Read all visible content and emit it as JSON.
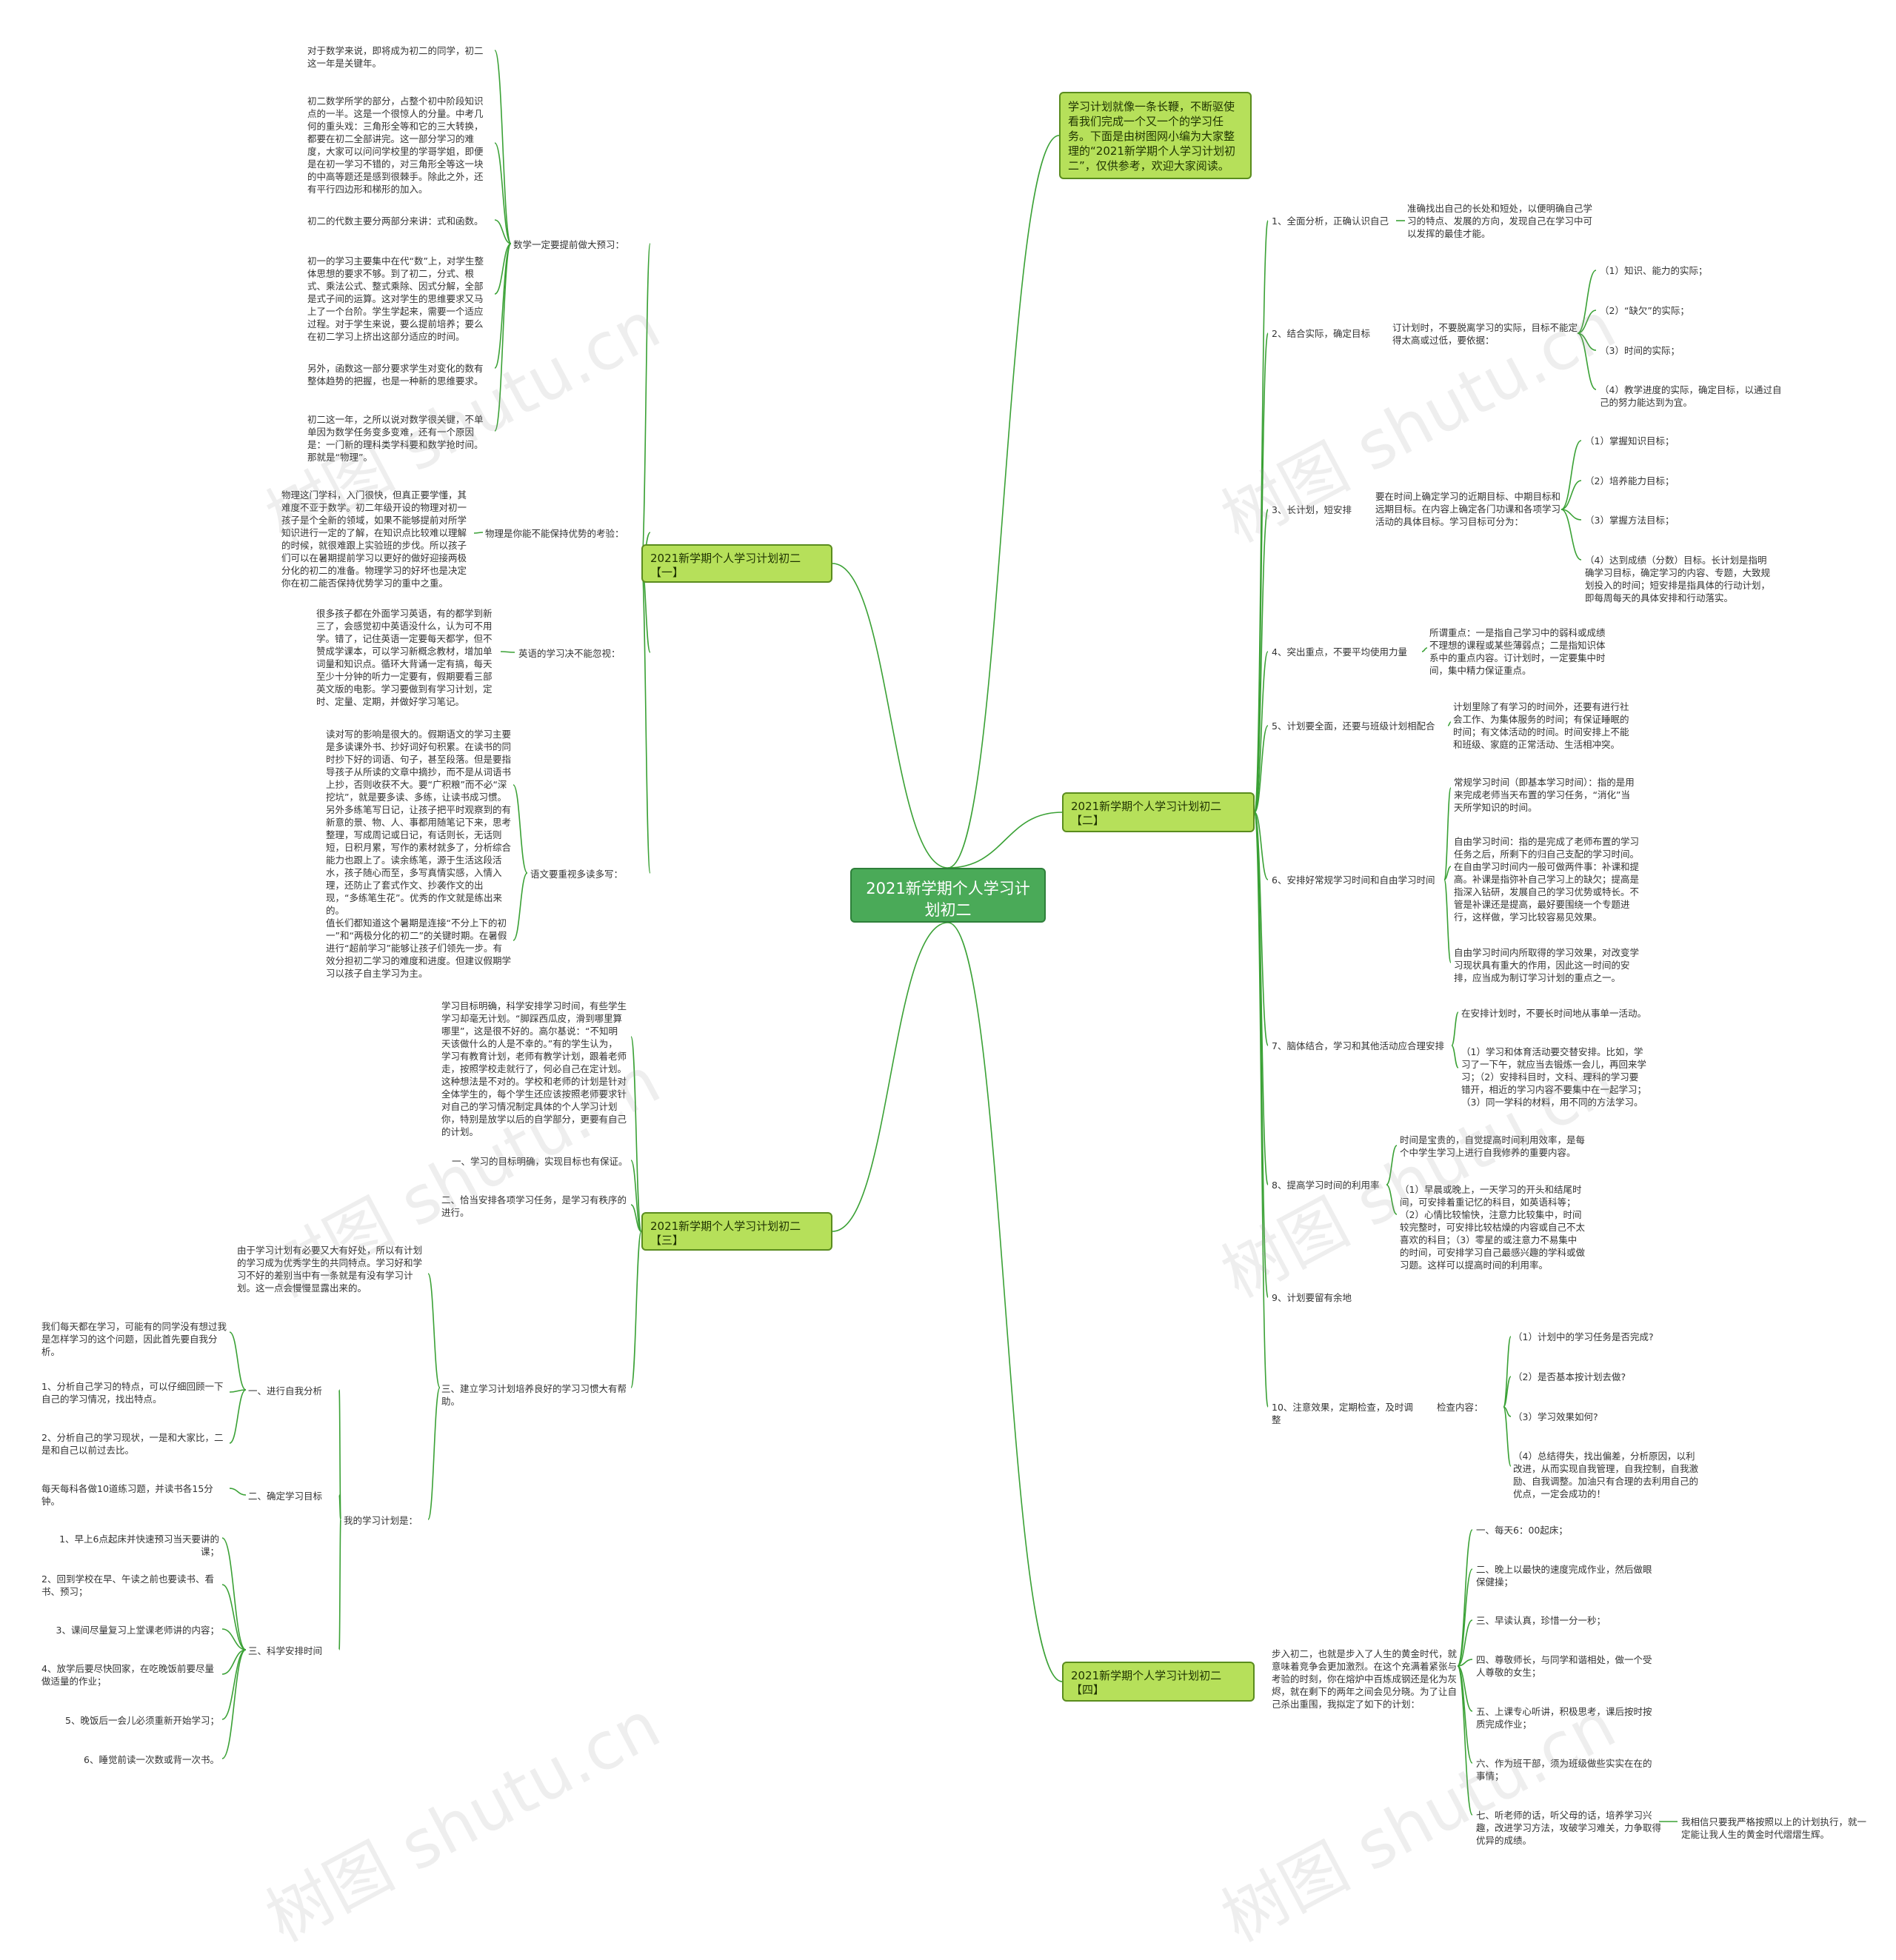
{
  "root": "2021新学期个人学习计划初二",
  "intro": "学习计划就像一条长鞭，不断驱使看我们完成一个又一个的学习任务。下面是由树图网小编为大家整理的“2021新学期个人学习计划初二”，仅供参考，欢迎大家阅读。",
  "branches": {
    "b1": "2021新学期个人学习计划初二【一】",
    "b2": "2021新学期个人学习计划初二【二】",
    "b3": "2021新学期个人学习计划初二【三】",
    "b4": "2021新学期个人学习计划初二【四】"
  },
  "b1": {
    "math_label": "数学一定要提前做大预习：",
    "math_items": [
      "对于数学来说，即将成为初二的同学，初二这一年是关键年。",
      "初二数学所学的部分，占整个初中阶段知识点的一半。这是一个很惊人的分量。中考几何的重头戏：三角形全等和它的三大转换，都要在初二全部讲完。这一部分学习的难度，大家可以问问学校里的学哥学姐，即便是在初一学习不错的，对三角形全等这一块的中高等题还是感到很棘手。除此之外，还有平行四边形和梯形的加入。",
      "初二的代数主要分两部分来讲：式和函数。",
      "初一的学习主要集中在代“数”上，对学生整体思想的要求不够。到了初二，分式、根式、乘法公式、整式乘除、因式分解，全部是式子间的运算。这对学生的思维要求又马上了一个台阶。学生学起来，需要一个适应过程。对于学生来说，要么提前培养；要么在初二学习上挤出这部分适应的时间。",
      "另外，函数这一部分要求学生对变化的数有整体趋势的把握，也是一种新的思维要求。",
      "初二这一年，之所以说对数学很关键，不单单因为数学任务变多变难，还有一个原因是：一门新的理科类学科要和数学抢时间。那就是“物理”。"
    ],
    "physics_label": "物理是你能不能保持优势的考验：",
    "physics_text": "物理这门学科，入门很快，但真正要学懂，其难度不亚于数学。初二年级开设的物理对初一孩子是个全新的领域，如果不能够提前对所学知识进行一定的了解，在知识点比较难以理解的时候，就很难跟上实验班的步伐。所以孩子们可以在暑期提前学习以更好的做好迎接两极分化的初二的准备。物理学习的好坏也是决定你在初二能否保持优势学习的重中之重。",
    "english_label": "英语的学习决不能忽视：",
    "english_text": "很多孩子都在外面学习英语，有的都学到新三了，会感觉初中英语没什么，认为可不用学。错了，记住英语一定要每天都学，但不赞成学课本，可以学习新概念教材，增加单词量和知识点。循环大背诵一定有搞，每天至少十分钟的听力一定要有，假期要看三部英文版的电影。学习要做到有学习计划，定时、定量、定期，并做好学习笔记。",
    "chinese_label": "语文要重视多读多写：",
    "chinese_items": [
      "读对写的影响是很大的。假期语文的学习主要是多读课外书、抄好词好句积累。在读书的同时抄下好的词语、句子，甚至段落。但是要指导孩子从所读的文章中摘抄，而不是从词语书上抄，否则收获不大。要“广积粮”而不必“深挖坑”，就是要多读、多练，让读书成习惯。另外多练笔写日记，让孩子把平时观察到的有新意的景、物、人、事都用随笔记下来，思考整理，写成周记或日记，有话则长，无话则短，日积月累，写作的素材就多了，分析综合能力也跟上了。读余练笔，源于生活这段活水，孩子随心而至，多写真情实感，入情入理，还防止了套式作文、抄袭作文的出现，“多练笔生花”。优秀的作文就是练出来的。",
      "值长们都知道这个暑期是连接“不分上下的初一”和“两极分化的初二”的关键时期。在暑假进行“超前学习”能够让孩子们领先一步。有效分担初二学习的难度和进度。但建议假期学习以孩子自主学习为主。"
    ]
  },
  "b2": {
    "items": [
      {
        "label": "1、全面分析，正确认识自己",
        "text": "准确找出自己的长处和短处，以便明确自己学习的特点、发展的方向，发现自己在学习中可以发挥的最佳才能。"
      },
      {
        "label": "2、结合实际，确定目标",
        "text": "订计划时，不要脱离学习的实际，目标不能定得太高或过低，要依据：",
        "subs": [
          "（1）知识、能力的实际；",
          "（2）“缺欠”的实际；",
          "（3）时间的实际；",
          "（4）教学进度的实际，确定目标，以通过自己的努力能达到为宜。"
        ]
      },
      {
        "label": "3、长计划，短安排",
        "text": "要在时间上确定学习的近期目标、中期目标和远期目标。在内容上确定各门功课和各项学习活动的具体目标。学习目标可分为：",
        "subs": [
          "（1）掌握知识目标；",
          "（2）培养能力目标；",
          "（3）掌握方法目标；",
          "（4）达到成绩（分数）目标。长计划是指明确学习目标，确定学习的内容、专题，大致规划投入的时间；短安排是指具体的行动计划，即每周每天的具体安排和行动落实。"
        ]
      },
      {
        "label": "4、突出重点，不要平均使用力量",
        "text": "所谓重点：一是指自己学习中的弱科或成绩不理想的课程或某些薄弱点；二是指知识体系中的重点内容。订计划时，一定要集中时间，集中精力保证重点。"
      },
      {
        "label": "5、计划要全面，还要与班级计划相配合",
        "text": "计划里除了有学习的时间外，还要有进行社会工作、为集体服务的时间；有保证睡眠的时间；有文体活动的时间。时间安排上不能和班级、家庭的正常活动、生活相冲突。"
      },
      {
        "label": "6、安排好常规学习时间和自由学习时间",
        "subs": [
          "常规学习时间（即基本学习时间）：指的是用来完成老师当天布置的学习任务，“消化”当天所学知识的时间。",
          "自由学习时间：指的是完成了老师布置的学习任务之后，所剩下的归自己支配的学习时间。在自由学习时间内一般可做两件事：补课和提高。补课是指弥补自己学习上的缺欠；提高是指深入钻研，发展自己的学习优势或特长。不管是补课还是提高，最好要围绕一个专题进行，这样做，学习比较容易见效果。",
          "自由学习时间内所取得的学习效果，对改变学习现状具有重大的作用，因此这一时间的安排，应当成为制订学习计划的重点之一。"
        ]
      },
      {
        "label": "7、脑体结合，学习和其他活动应合理安排",
        "subs": [
          "在安排计划时，不要长时间地从事单一活动。",
          "（1）学习和体育活动要交替安排。比如，学习了一下午，就应当去锻炼一会儿，再回来学习；（2）安排科目时，文科、理科的学习要错开，相近的学习内容不要集中在一起学习；（3）同一学科的材料，用不同的方法学习。"
        ]
      },
      {
        "label": "8、提高学习时间的利用率",
        "subs": [
          "时间是宝贵的，自觉提高时间利用效率，是每个中学生学习上进行自我修养的重要内容。",
          "（1）早晨或晚上，一天学习的开头和结尾时间，可安排着重记忆的科目，如英语科等；（2）心情比较愉快，注意力比较集中，时间较完整时，可安排比较枯燥的内容或自己不太喜欢的科目；（3）零星的或注意力不易集中的时间，可安排学习自己最感兴趣的学科或做习题。这样可以提高时间的利用率。"
        ]
      },
      {
        "label": "9、计划要留有余地"
      },
      {
        "label": "10、注意效果，定期检查，及时调整",
        "text": "检查内容：",
        "subs": [
          "（1）计划中的学习任务是否完成?",
          "（2）是否基本按计划去做?",
          "（3）学习效果如何?",
          "（4）总结得失，找出偏差，分析原因，以利改进，从而实现自我管理，自我控制，自我激励、自我调整。加油只有合理的去利用自己的优点，一定会成功的！"
        ]
      }
    ]
  },
  "b3": {
    "intro": "学习目标明确，科学安排学习时间，有些学生学习却毫无计划。“脚踩西瓜皮，滑到哪里算哪里”，这是很不好的。高尔基说：“不知明天该做什么的人是不幸的。”有的学生认为，学习有教育计划，老师有教学计划，跟着老师走，按照学校走就行了，何必自己在定计划。这种想法是不对的。学校和老师的计划是针对全体学生的，每个学生还应该按照老师要求针对自己的学习情况制定具体的个人学习计划你，特别是放学以后的自学部分，更要有自己的计划。",
    "item1": "一、学习的目标明确，实现目标也有保证。",
    "item2": "二、恰当安排各项学习任务，是学习有秩序的进行。",
    "item3": "三、建立学习计划培养良好的学习习惯大有帮助。",
    "item3_text": "由于学习计划有必要又大有好处，所以有计划的学习成为优秀学生的共同特点。学习好和学习不好的差别当中有一条就是有没有学习计划。这一点会慢慢显露出来的。",
    "myplan": "我的学习计划是：",
    "self_label": "一、进行自我分析",
    "self_items": [
      "我们每天都在学习，可能有的同学没有想过我是怎样学习的这个问题，因此首先要自我分析。",
      "1、分析自己学习的特点，可以仔细回顾一下自己的学习情况，找出特点。",
      "2、分析自己的学习现状，一是和大家比，二是和自己以前过去比。"
    ],
    "goal_label": "二、确定学习目标",
    "goal_text": "每天每科各做10道练习题，并读书各15分钟。",
    "time_label": "三、科学安排时间",
    "time_items": [
      "1、早上6点起床并快速预习当天要讲的课；",
      "2、回到学校在早、午读之前也要读书、看书、预习；",
      "3、课间尽量复习上堂课老师讲的内容；",
      "4、放学后要尽快回家，在吃晚饭前要尽量做适量的作业；",
      "5、晚饭后一会儿必须重新开始学习；",
      "6、睡觉前读一次数或背一次书。"
    ]
  },
  "b4": {
    "text": "步入初二，也就是步入了人生的黄金时代，就意味着竞争会更加激烈。在这个充满着紧张与考验的时刻，你在熔炉中百炼成钢还是化为灰烬，就在剩下的两年之间会见分晓。为了让自己杀出重围，我拟定了如下的计划：",
    "items": [
      "一、每天6：00起床；",
      "二、晚上以最快的速度完成作业，然后做眼保健操；",
      "三、早读认真，珍惜一分一秒；",
      "四、尊敬师长，与同学和谐相处，做一个受人尊敬的女生；",
      "五、上课专心听讲，积极思考，课后按时按质完成作业；",
      "六、作为班干部，须为班级做些实实在在的事情；",
      "七、听老师的话，听父母的话，培养学习兴趣，改进学习方法，攻破学习难关，力争取得优异的成绩。"
    ],
    "last": "我相信只要我严格按照以上的计划执行，就一定能让我人生的黄金时代熠熠生辉。"
  },
  "watermarks": [
    "树图 shutu.cn",
    "树图 shutu.cn",
    "树图 shutu.cn",
    "树图 shutu.cn",
    "树图 shutu.cn",
    "树图 shutu.cn"
  ],
  "colors": {
    "edge": "#3aa135",
    "branch_fill": "#b6e05a",
    "root_fill": "#4aaa58"
  }
}
